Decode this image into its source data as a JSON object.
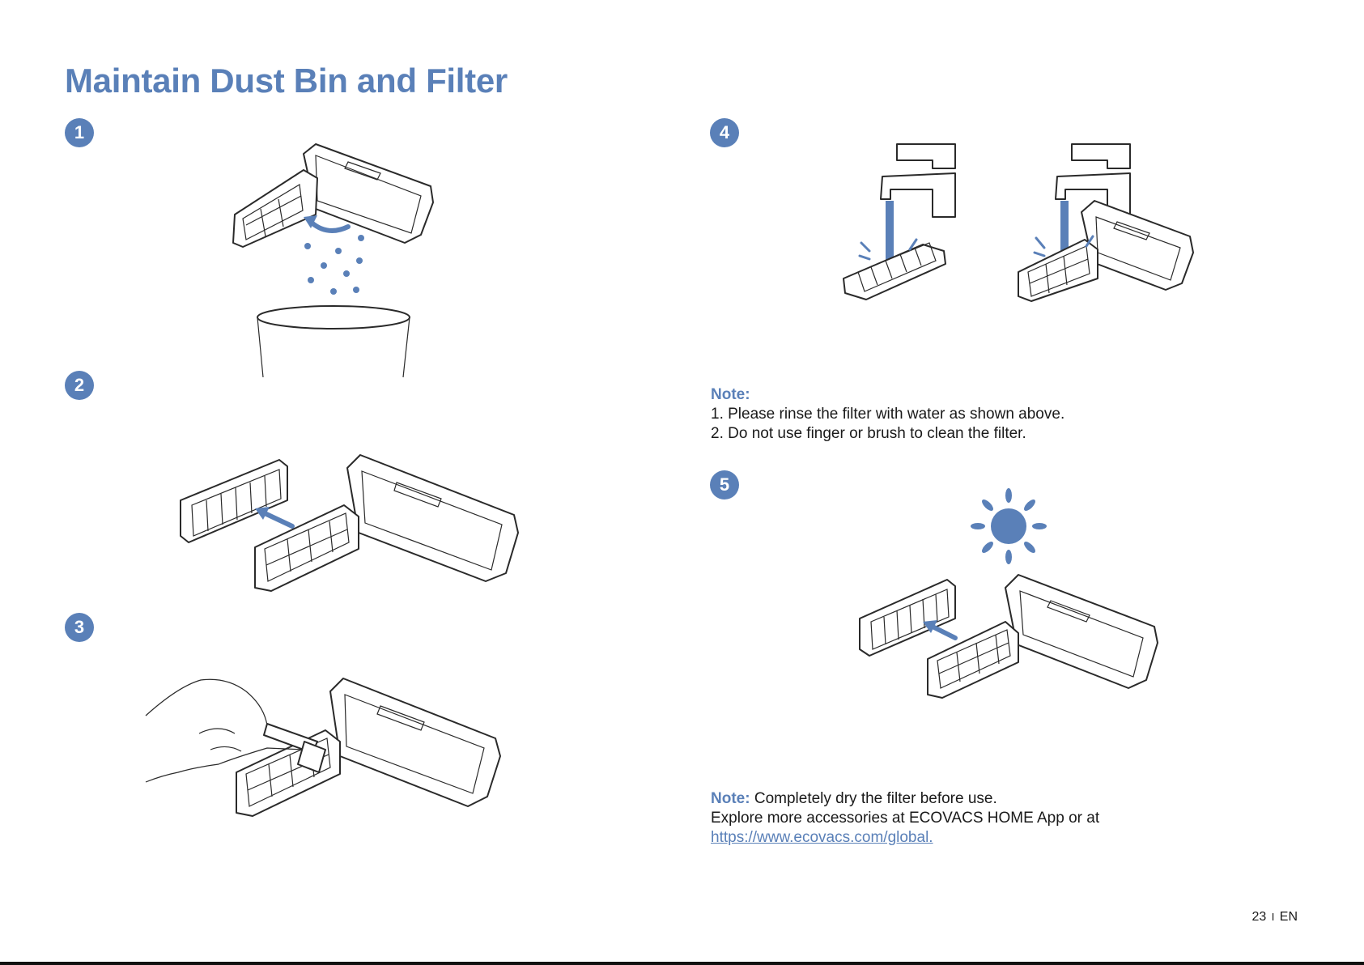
{
  "title": "Maintain Dust Bin and Filter",
  "steps": [
    "1",
    "2",
    "3",
    "4",
    "5"
  ],
  "note1": {
    "label": "Note:",
    "lines": [
      "1. Please rinse the filter with water as shown above.",
      "2. Do not use finger or brush to clean the filter."
    ]
  },
  "note2": {
    "label": "Note:",
    "text": "Completely dry the filter before use.",
    "explore": "Explore more accessories at ECOVACS HOME App or at",
    "link": "https://www.ecovacs.com/global."
  },
  "footer": {
    "page": "23",
    "separator": "I",
    "lang": "EN"
  },
  "colors": {
    "accent": "#5a80b8",
    "text": "#1a1a1a"
  }
}
